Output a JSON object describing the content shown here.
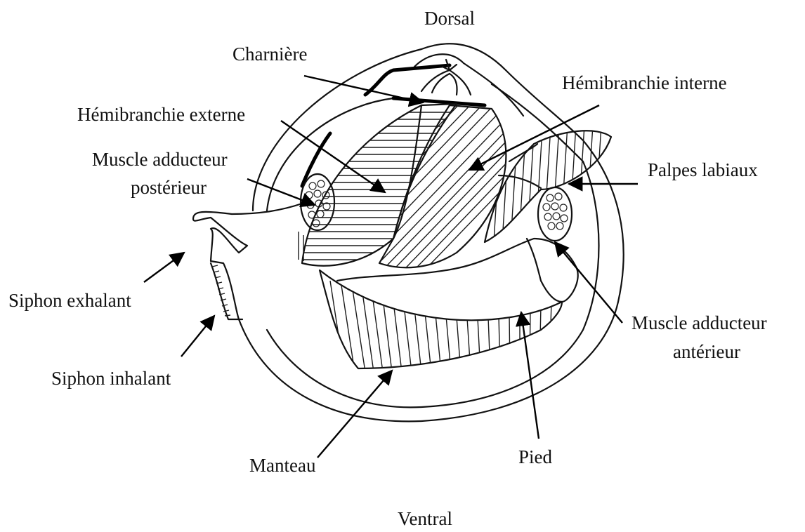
{
  "labels": {
    "dorsal": "Dorsal",
    "ventral": "Ventral",
    "charniere": "Charnière",
    "hemibranchie_interne": "Hémibranchie interne",
    "hemibranchie_externe": "Hémibranchie externe",
    "muscle_posterieur_line1": "Muscle adducteur",
    "muscle_posterieur_line2": "postérieur",
    "palpes_labiaux": "Palpes labiaux",
    "siphon_exhalant": "Siphon exhalant",
    "siphon_inhalant": "Siphon inhalant",
    "muscle_anterieur_line1": "Muscle adducteur",
    "muscle_anterieur_line2": "antérieur",
    "manteau": "Manteau",
    "pied": "Pied"
  },
  "colors": {
    "ink": "#111111",
    "background": "#ffffff"
  }
}
